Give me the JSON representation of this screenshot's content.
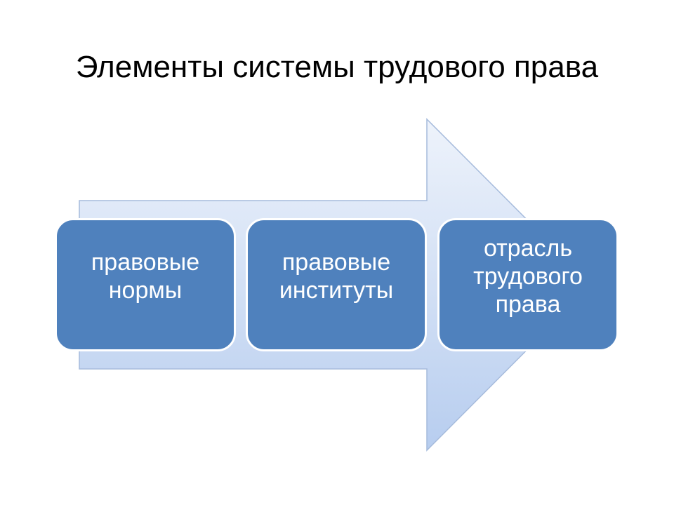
{
  "slide": {
    "title": "Элементы системы трудового права"
  },
  "diagram": {
    "type": "process-arrow",
    "colors": {
      "arrow_fill_light": "#eef3fb",
      "arrow_fill_dark": "#b7cdef",
      "arrow_stroke": "#a6bbdc",
      "node_fill": "#4f81bd",
      "node_border": "#ffffff",
      "node_text": "#ffffff"
    },
    "nodes": [
      {
        "label": "правовые\nнормы"
      },
      {
        "label": "правовые\nинституты"
      },
      {
        "label": "отрасль\nтрудового\nправа"
      }
    ]
  }
}
